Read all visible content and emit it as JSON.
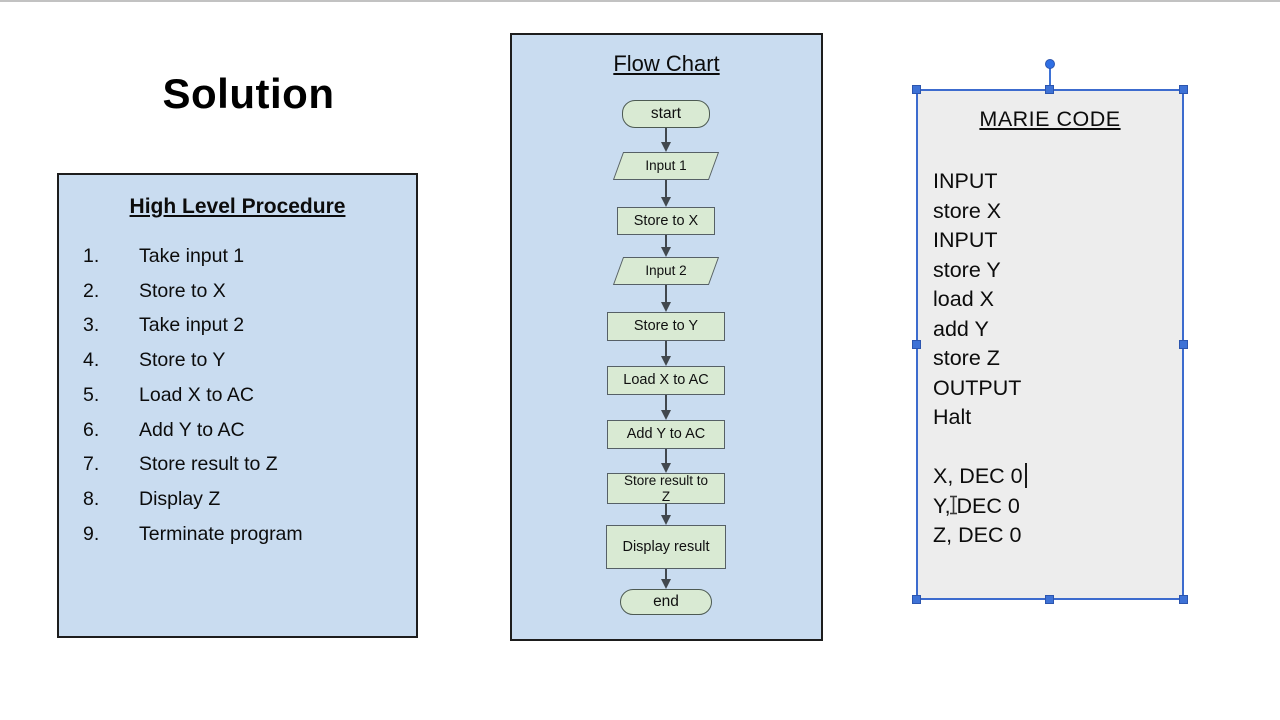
{
  "slide": {
    "title": "Solution"
  },
  "procedure": {
    "title": "High Level Procedure",
    "items": [
      "Take input 1",
      "Store to X",
      "Take input 2",
      "Store to Y",
      "Load X to AC",
      "Add Y to AC",
      "Store result to Z",
      "Display Z",
      "Terminate program"
    ]
  },
  "flowchart": {
    "title": "Flow Chart",
    "nodes": [
      {
        "type": "terminator",
        "label": "start"
      },
      {
        "type": "io",
        "label": "Input 1"
      },
      {
        "type": "process",
        "label": "Store to X"
      },
      {
        "type": "io",
        "label": "Input 2"
      },
      {
        "type": "process",
        "label": "Store to Y"
      },
      {
        "type": "process",
        "label": "Load X to AC"
      },
      {
        "type": "process",
        "label": "Add Y to AC"
      },
      {
        "type": "process",
        "label": "Store result to Z"
      },
      {
        "type": "process",
        "label": "Display result"
      },
      {
        "type": "terminator",
        "label": "end"
      }
    ]
  },
  "marie": {
    "title": "MARIE CODE",
    "lines": [
      "INPUT",
      "store X",
      "INPUT",
      "store Y",
      "load X",
      "add Y",
      "store Z",
      "OUTPUT",
      "Halt",
      "",
      "X, DEC 0",
      "Y, DEC 0",
      "Z, DEC 0"
    ],
    "caret_after_line": 10,
    "selected": true
  },
  "colors": {
    "panel_blue": "#c9dcf0",
    "node_green": "#d9ead3",
    "panel_gray": "#ededed",
    "selection_blue": "#3c6bce",
    "arrow_gray": "#41484e",
    "border_dark": "#1d1d1d"
  }
}
